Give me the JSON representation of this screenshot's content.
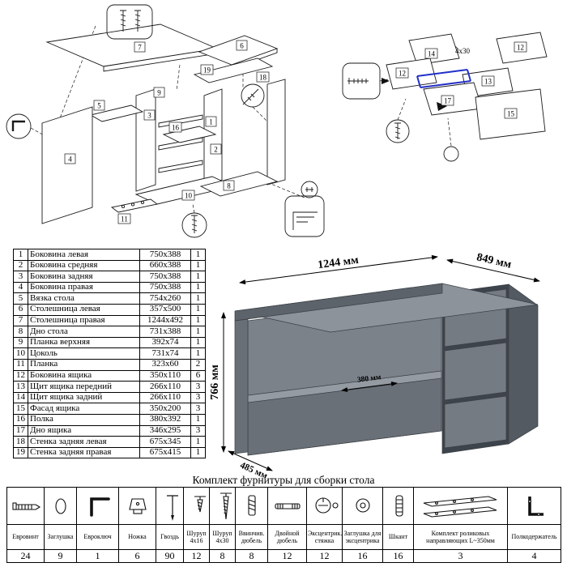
{
  "labels_left": [
    "7",
    "6",
    "19",
    "18",
    "5",
    "3",
    "16",
    "1",
    "2",
    "9",
    "4",
    "10",
    "8",
    "11"
  ],
  "labels_right": [
    "14",
    "12",
    "12",
    "13",
    "17",
    "15",
    "4x30"
  ],
  "desk": {
    "width": "1244 мм",
    "depth": "849 мм",
    "height": "766 мм",
    "shelf_depth": "380 мм",
    "base_depth": "485 мм"
  },
  "parts": {
    "rows": [
      {
        "num": "1",
        "name": "Боковина левая",
        "size": "750x388",
        "qty": "1"
      },
      {
        "num": "2",
        "name": "Боковина средняя",
        "size": "660x388",
        "qty": "1"
      },
      {
        "num": "3",
        "name": "Боковина задняя",
        "size": "750x388",
        "qty": "1"
      },
      {
        "num": "4",
        "name": "Боковина правая",
        "size": "750x388",
        "qty": "1"
      },
      {
        "num": "5",
        "name": "Вязка стола",
        "size": "754x260",
        "qty": "1"
      },
      {
        "num": "6",
        "name": "Столешница левая",
        "size": "357x500",
        "qty": "1"
      },
      {
        "num": "7",
        "name": "Столешница правая",
        "size": "1244x492",
        "qty": "1"
      },
      {
        "num": "8",
        "name": "Дно стола",
        "size": "731x388",
        "qty": "1"
      },
      {
        "num": "9",
        "name": "Планка верхняя",
        "size": "392x74",
        "qty": "1"
      },
      {
        "num": "10",
        "name": "Цоколь",
        "size": "731x74",
        "qty": "1"
      },
      {
        "num": "11",
        "name": "Планка",
        "size": "323x60",
        "qty": "2"
      },
      {
        "num": "12",
        "name": "Боковина ящика",
        "size": "350x110",
        "qty": "6"
      },
      {
        "num": "13",
        "name": "Щит ящика передний",
        "size": "266x110",
        "qty": "3"
      },
      {
        "num": "14",
        "name": "Щит ящика задний",
        "size": "266x110",
        "qty": "3"
      },
      {
        "num": "15",
        "name": "Фасад ящика",
        "size": "350x200",
        "qty": "3"
      },
      {
        "num": "16",
        "name": "Полка",
        "size": "380x392",
        "qty": "1"
      },
      {
        "num": "17",
        "name": "Дно ящика",
        "size": "346x295",
        "qty": "3"
      },
      {
        "num": "18",
        "name": "Стенка задняя левая",
        "size": "675x345",
        "qty": "1"
      },
      {
        "num": "19",
        "name": "Стенка задняя правая",
        "size": "675x415",
        "qty": "1"
      }
    ]
  },
  "hardware": {
    "title": "Комплект фурнитуры для сборки стола",
    "items": [
      {
        "name": "Евровинт",
        "qty": "24"
      },
      {
        "name": "Заглушка",
        "qty": "9"
      },
      {
        "name": "Евроключ",
        "qty": "1"
      },
      {
        "name": "Ножка",
        "qty": "6"
      },
      {
        "name": "Гвоздь",
        "qty": "90"
      },
      {
        "name": "Шуруп 4x16",
        "qty": "12"
      },
      {
        "name": "Шуруп 4x30",
        "qty": "8"
      },
      {
        "name": "Ввинчив. дюбель",
        "qty": "8"
      },
      {
        "name": "Двойной дюбель",
        "qty": "12"
      },
      {
        "name": "Эксцентрик. стяжка",
        "qty": "12"
      },
      {
        "name": "Заглушка для эксцентрика",
        "qty": "16"
      },
      {
        "name": "Шкант",
        "qty": "16"
      },
      {
        "name": "Комплект роликовых направляющих L~350мм",
        "qty": "3"
      },
      {
        "name": "Полкодержатель",
        "qty": "4"
      }
    ]
  }
}
